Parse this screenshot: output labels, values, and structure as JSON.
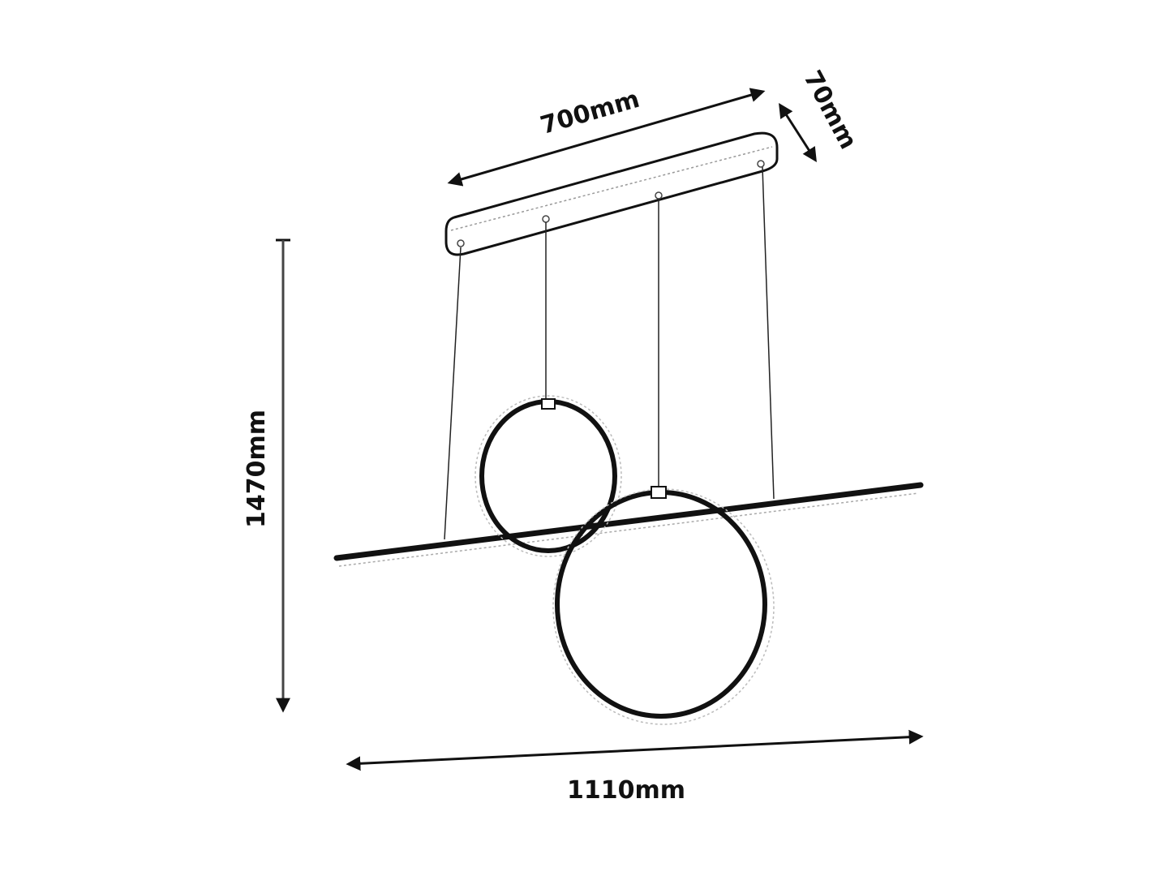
{
  "diagram": {
    "title": "Pendant lamp dimension drawing",
    "dimensions": {
      "canopy_length": "700mm",
      "canopy_width": "70mm",
      "total_height": "1470mm",
      "total_width": "1110mm"
    },
    "components": [
      "ceiling-canopy",
      "suspension-wires",
      "small-ring",
      "large-ring",
      "horizontal-bar"
    ],
    "colors": {
      "line": "#111111",
      "background": "#ffffff"
    }
  }
}
